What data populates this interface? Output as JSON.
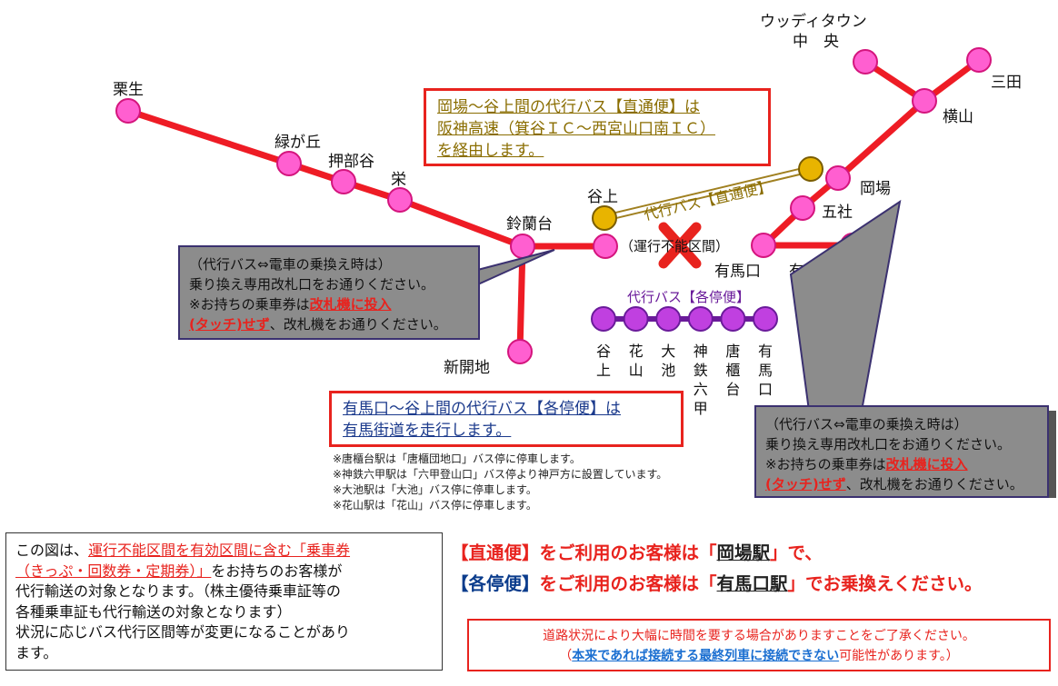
{
  "colors": {
    "line": "#ee1c25",
    "station": "#ff5fd0",
    "express_station": "#e8b400",
    "express_route": "#a08020",
    "local_station": "#c040e0",
    "local_route": "#6a1b9a",
    "cross": "#e8231e",
    "callout_fill": "#8c8c8c",
    "callout_border": "#3b3170",
    "frame_red": "#e8231e",
    "express_text": "#8a6d00",
    "local_text": "#1b3a8c"
  },
  "stations": {
    "awayu": "栗生",
    "midorigaoka": "緑が丘",
    "oshibedani": "押部谷",
    "sakae": "栄",
    "suzurandai": "鈴蘭台",
    "shinkaichi": "新開地",
    "tanigami": "谷上",
    "arimaguchi": "有馬口",
    "arima_onsen": "有馬温泉",
    "gosha": "五社",
    "okaba": "岡場",
    "yokoyama": "横山",
    "sanda": "三田",
    "woody_line1": "ウッディタウン",
    "woody_line2": "中　央"
  },
  "suspended_label": "（運行不能区間）",
  "express_route_label": "代行バス【直通便】",
  "local_route_label": "代行バス【各停便】",
  "local_stops": [
    {
      "name": "谷上"
    },
    {
      "name": "花山"
    },
    {
      "name": "大池"
    },
    {
      "name": "神鉄六甲"
    },
    {
      "name": "唐櫃台"
    },
    {
      "name": "有馬口"
    }
  ],
  "express_note": {
    "line1": "岡場～谷上間の代行バス【直通便】は",
    "line2": "阪神高速（箕谷ＩＣ～西宮山口南ＩＣ）",
    "line3": "を経由します。"
  },
  "local_note": {
    "line1": "有馬口～谷上間の代行バス【各停便】は",
    "line2": "有馬街道を走行します。"
  },
  "transfer_callout": {
    "line1": "（代行バス⇔電車の乗換え時は）",
    "line2": "乗り換え専用改札口をお通りください。",
    "line3_prefix": "※お持ちの乗車券は",
    "line3_red": "改札機に投入",
    "line4_red": "(タッチ)せず",
    "line4_suffix": "、改札機をお通りください。"
  },
  "footnotes": [
    "※唐櫃台駅は「唐櫃団地口」バス停に停車します。",
    "※神鉄六甲駅は「六甲登山口」バス停より神戸方に設置しています。",
    "※大池駅は「大池」バス停に停車します。",
    "※花山駅は「花山」バス停に停車します。"
  ],
  "eligibility": {
    "prefix": "この図は、",
    "red1": "運行不能区間を有効区間に含む「乗車券",
    "red2": "（きっぷ・回数券・定期券）」",
    "after_red": "をお持ちのお客様が",
    "line3": "代行輸送の対象となります。（株主優待乗車証等の",
    "line4": "各種乗車証も代行輸送の対象となります）",
    "line5": "状況に応じバス代行区間等が変更になることがあり",
    "line6": "ます。"
  },
  "transfer_instruction": {
    "line1_kind": "【直通便】",
    "line1_mid": "をご利用のお客様は「",
    "line1_station": "岡場駅",
    "line1_end": "」で、",
    "line2_kind": "【各停便】",
    "line2_mid": "をご利用のお客様は「",
    "line2_station": "有馬口駅",
    "line2_end": "」でお乗換えください。"
  },
  "road_notice": {
    "line1": "道路状況により大幅に時間を要する場合がありますことをご了承ください。",
    "line2_open": "（",
    "line2_link": "本来であれば接続する最終列車に接続できない",
    "line2_end": "可能性があります。）"
  }
}
